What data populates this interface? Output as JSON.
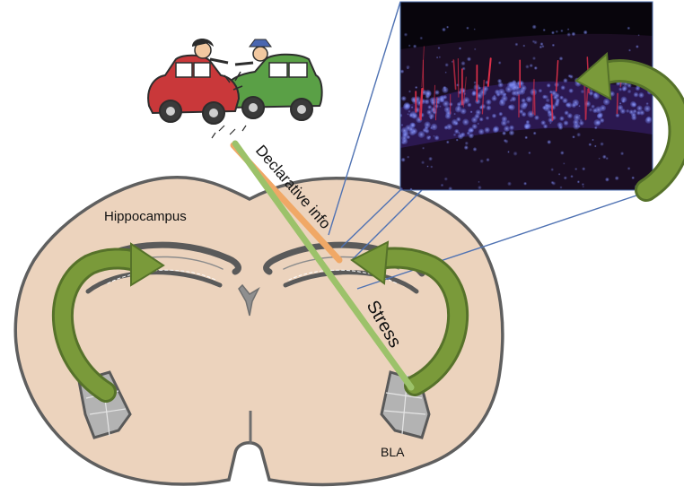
{
  "labels": {
    "hippocampus": "Hippocampus",
    "bla": "BLA",
    "declarative": "Declarative info",
    "stress": "Stress"
  },
  "colors": {
    "brain_fill": "#ecd3bd",
    "brain_outline": "#5f5f5f",
    "hippocampus_stroke": "#5a5a5a",
    "amygdala_fill": "#b3b3b3",
    "arrow_green": "#7a9a3a",
    "declarative_line": "#f0a866",
    "stress_line": "#9cc26a",
    "connector_line": "#4f72b3",
    "micrograph_bg": "#1a0d22",
    "micrograph_cells": "#6f7fe8",
    "micrograph_neurons": "#e0304a",
    "car_red": "#c9383a",
    "car_green": "#5aa046"
  },
  "icons": {
    "cars": "car-crash-illustration",
    "micrograph": "hippocampus-micrograph"
  }
}
